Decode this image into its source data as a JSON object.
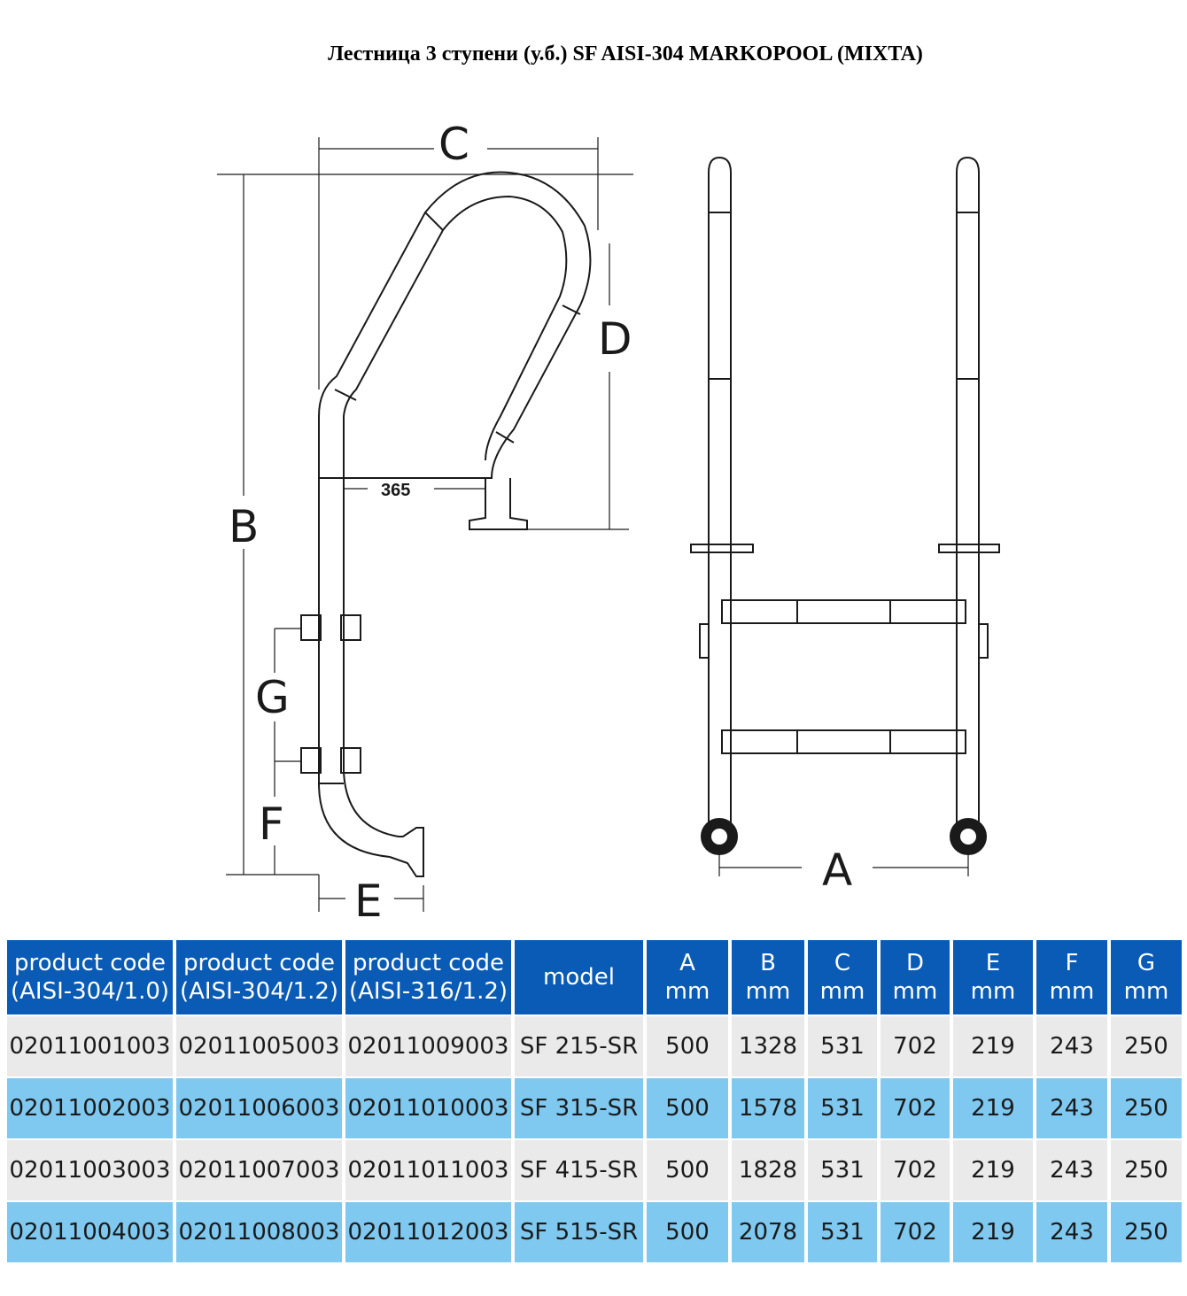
{
  "title": "Лестница 3 ступени (у.б.)  SF AISI-304 MARKOPOOL (MIXTA)",
  "drawing": {
    "labels": {
      "a": "A",
      "b": "B",
      "c": "C",
      "d": "D",
      "e": "E",
      "f": "F",
      "g": "G",
      "offset": "365"
    }
  },
  "table": {
    "headers": [
      [
        "product code",
        "(AISI-304/1.0)"
      ],
      [
        "product code",
        "(AISI-304/1.2)"
      ],
      [
        "product code",
        "(AISI-316/1.2)"
      ],
      [
        "model",
        ""
      ],
      [
        "A",
        "mm"
      ],
      [
        "B",
        "mm"
      ],
      [
        "C",
        "mm"
      ],
      [
        "D",
        "mm"
      ],
      [
        "E",
        "mm"
      ],
      [
        "F",
        "mm"
      ],
      [
        "G",
        "mm"
      ]
    ],
    "rows": [
      [
        "02011001003",
        "02011005003",
        "02011009003",
        "SF 215-SR",
        "500",
        "1328",
        "531",
        "702",
        "219",
        "243",
        "250"
      ],
      [
        "02011002003",
        "02011006003",
        "02011010003",
        "SF 315-SR",
        "500",
        "1578",
        "531",
        "702",
        "219",
        "243",
        "250"
      ],
      [
        "02011003003",
        "02011007003",
        "02011011003",
        "SF 415-SR",
        "500",
        "1828",
        "531",
        "702",
        "219",
        "243",
        "250"
      ],
      [
        "02011004003",
        "02011008003",
        "02011012003",
        "SF 515-SR",
        "500",
        "2078",
        "531",
        "702",
        "219",
        "243",
        "250"
      ]
    ]
  }
}
